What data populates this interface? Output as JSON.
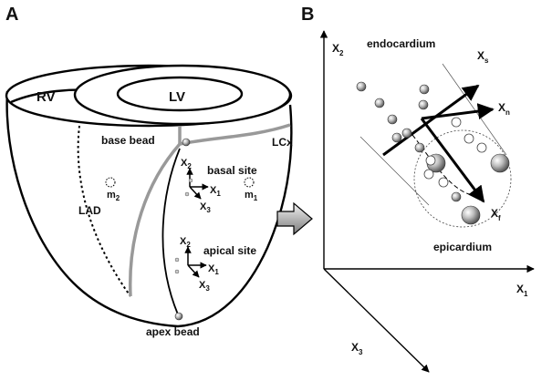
{
  "figure": {
    "panel_a": "A",
    "panel_b": "B",
    "heart": {
      "rv": "RV",
      "lv": "LV",
      "base_bead": "base bead",
      "lcx": "LCx",
      "basal_site": "basal site",
      "lad": "LAD",
      "apical_site": "apical site",
      "apex_bead": "apex bead",
      "m2": "m",
      "m2_sub": "2",
      "m1": "m",
      "m1_sub": "1",
      "axis_x": "X",
      "axis_x_sub1": "1",
      "axis_x_sub2": "2",
      "axis_x_sub3": "3"
    },
    "tissue": {
      "endocardium": "endocardium",
      "epicardium": "epicardium",
      "axis_x": "X",
      "axis_x1_sub": "1",
      "axis_x2_sub": "2",
      "axis_x3_sub": "3",
      "xs_sub": "s",
      "xn_sub": "n",
      "xf_sub": "f"
    },
    "colors": {
      "vessel": "#999999",
      "outline": "#000000"
    }
  }
}
